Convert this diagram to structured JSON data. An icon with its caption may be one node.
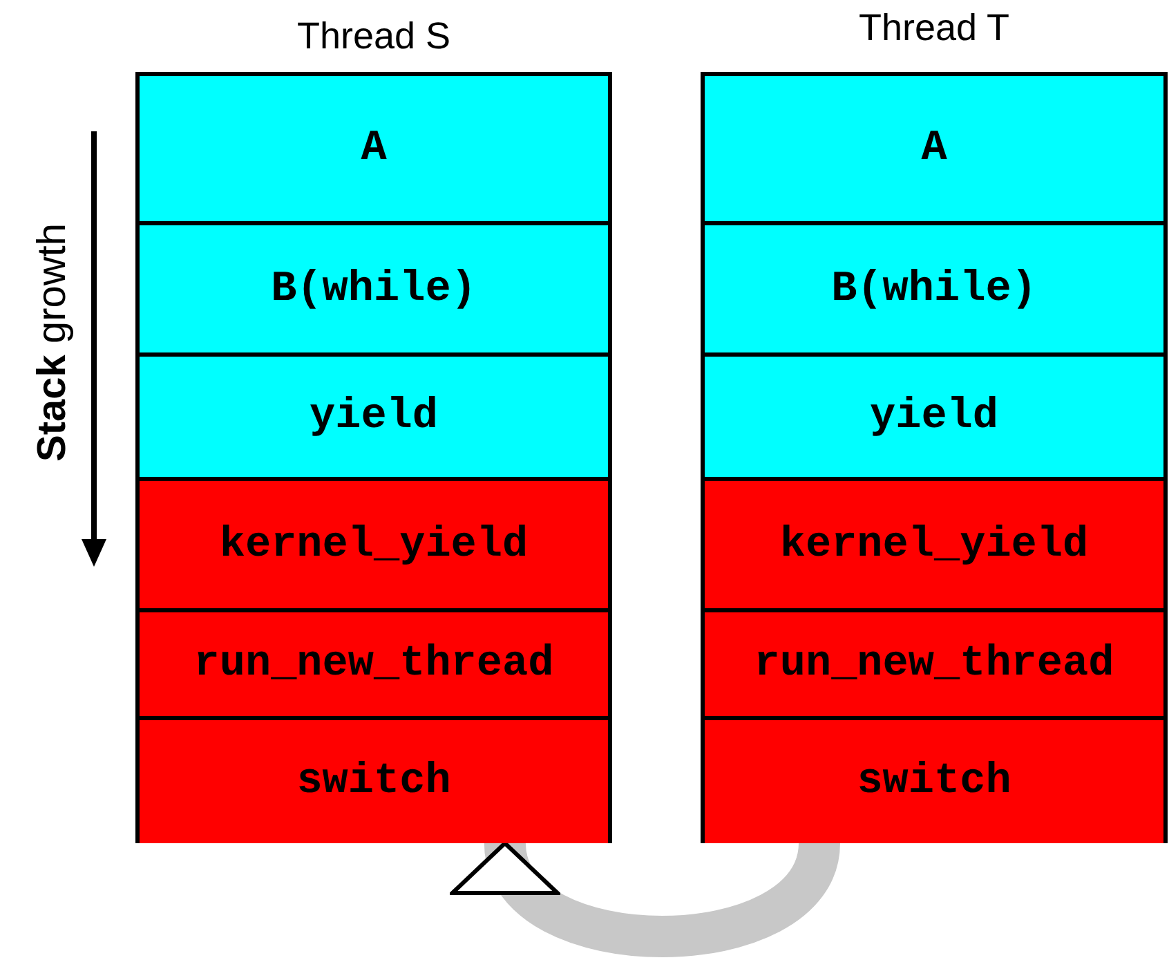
{
  "diagram": {
    "nodes": [
      {
        "text": [
          "Thread S"
        ]
      },
      {
        "text": [
          "A"
        ],
        "in": 0
      },
      {
        "text": [
          "B(while)"
        ],
        "in": 0
      },
      {
        "text": [
          "yield"
        ],
        "in": 0
      },
      {
        "text": [
          "kernel_yield"
        ],
        "in": 0
      },
      {
        "text": [
          "run_new_thread"
        ],
        "in": 0
      },
      {
        "text": [
          "switch"
        ],
        "in": 0
      },
      {
        "text": [
          "Thread T"
        ]
      },
      {
        "text": [
          "A"
        ],
        "in": 7
      },
      {
        "text": [
          "B(while)"
        ],
        "in": 7
      },
      {
        "text": [
          "yield"
        ],
        "in": 7
      },
      {
        "text": [
          "kernel_yield"
        ],
        "in": 7
      },
      {
        "text": [
          "run_new_thread"
        ],
        "in": 7
      },
      {
        "text": [
          "switch"
        ],
        "in": 7
      }
    ],
    "edges": [
      {
        "from": 13,
        "to": 6,
        "arrow": "to"
      }
    ],
    "labels": [
      "**Stack** growth"
    ]
  }
}
